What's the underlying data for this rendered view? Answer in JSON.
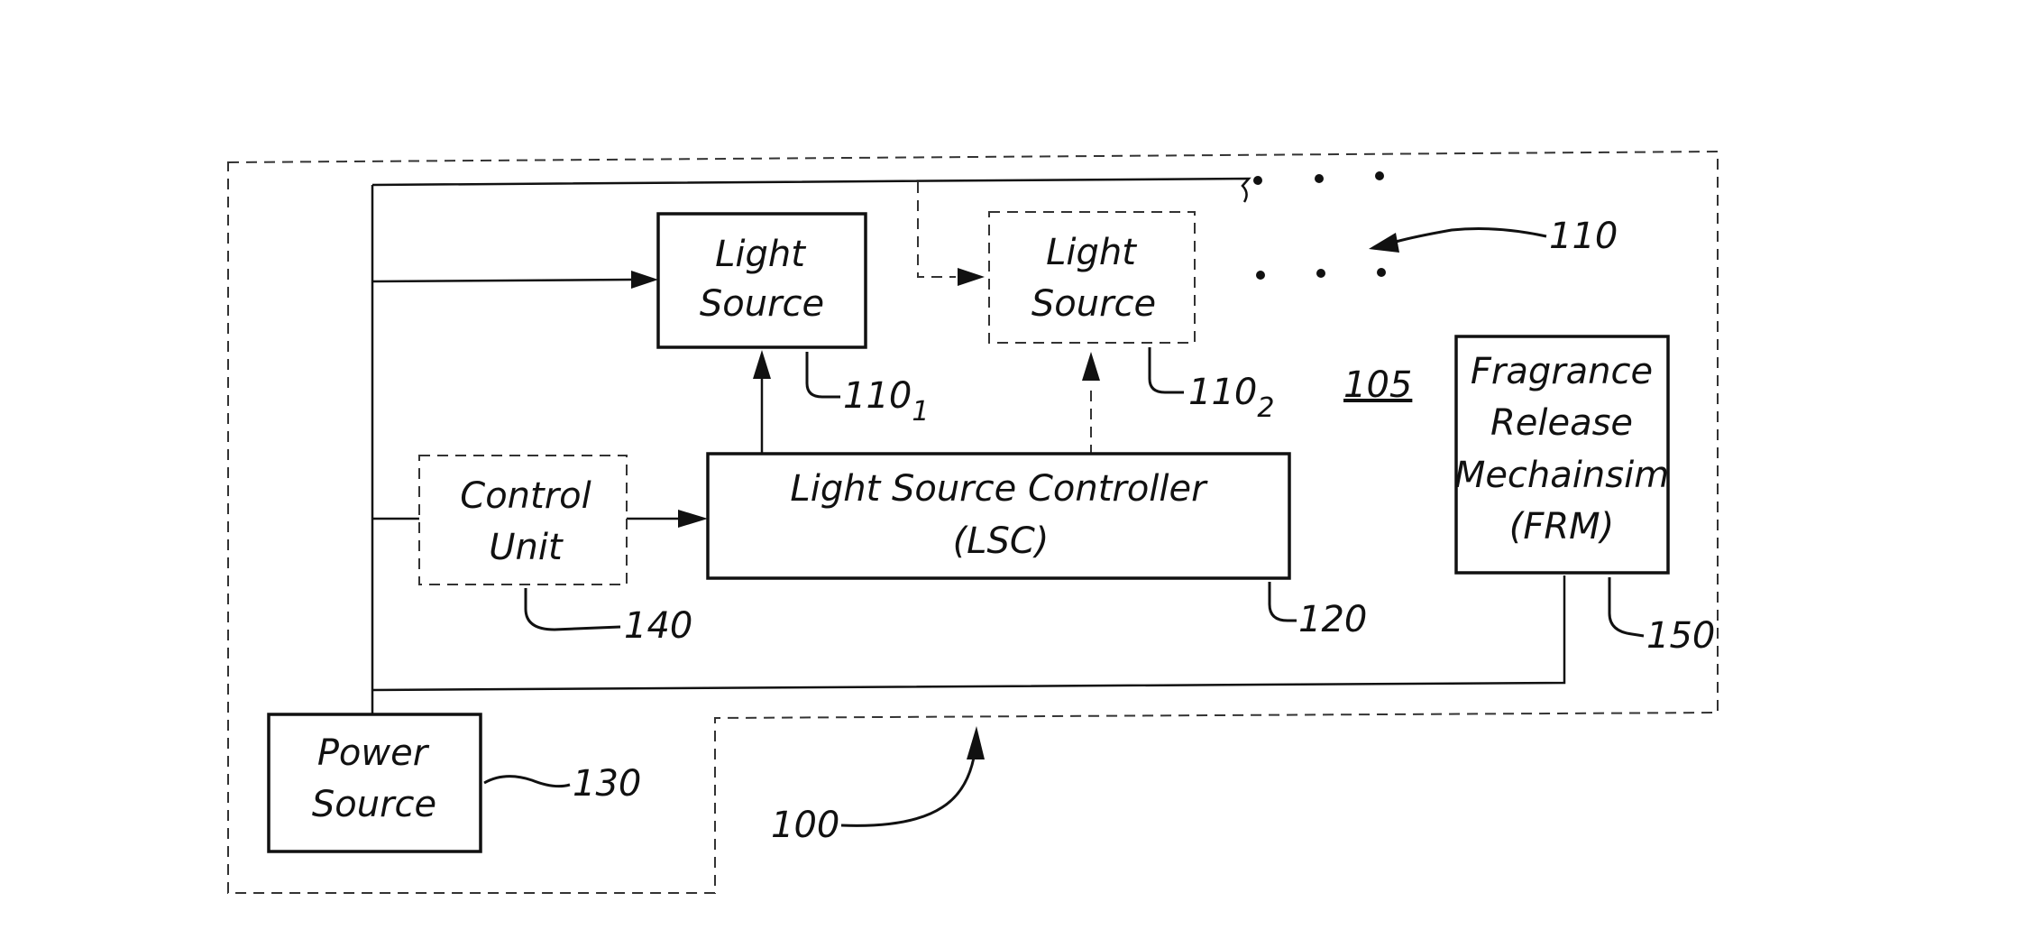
{
  "diagram": {
    "blocks": {
      "light_source_1": {
        "lines": [
          "Light",
          "Source"
        ],
        "ref": "110",
        "ref_sub": "1"
      },
      "light_source_2": {
        "lines": [
          "Light",
          "Source"
        ],
        "ref": "110",
        "ref_sub": "2"
      },
      "lsc": {
        "lines": [
          "Light Source Controller",
          "(LSC)"
        ],
        "ref": "120"
      },
      "control_unit": {
        "lines": [
          "Control",
          "Unit"
        ],
        "ref": "140"
      },
      "frm": {
        "lines": [
          "Fragrance",
          "Release",
          "Mechainsim",
          "(FRM)"
        ],
        "ref": "150"
      },
      "power_source": {
        "lines": [
          "Power",
          "Source"
        ],
        "ref": "130"
      }
    },
    "labels": {
      "array_ref": "110",
      "housing_ref": "105",
      "system_ref": "100"
    }
  }
}
